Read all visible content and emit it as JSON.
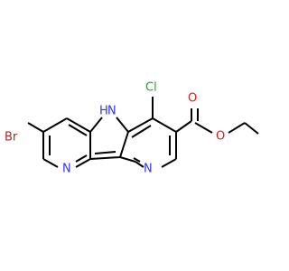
{
  "molecule": {
    "atom_labels": {
      "bromine": "Br",
      "chlorine": "Cl",
      "nh": "H",
      "nh_n": "N",
      "pyridine_n_left": "N",
      "pyridine_n_right": "N",
      "carbonyl_o": "O",
      "ester_o": "O"
    },
    "colors": {
      "bond": "#000000",
      "nitrogen": "#3333ff",
      "oxygen": "#ff0d0d",
      "chlorine": "#1fa01f",
      "bromine": "#a62929"
    }
  }
}
